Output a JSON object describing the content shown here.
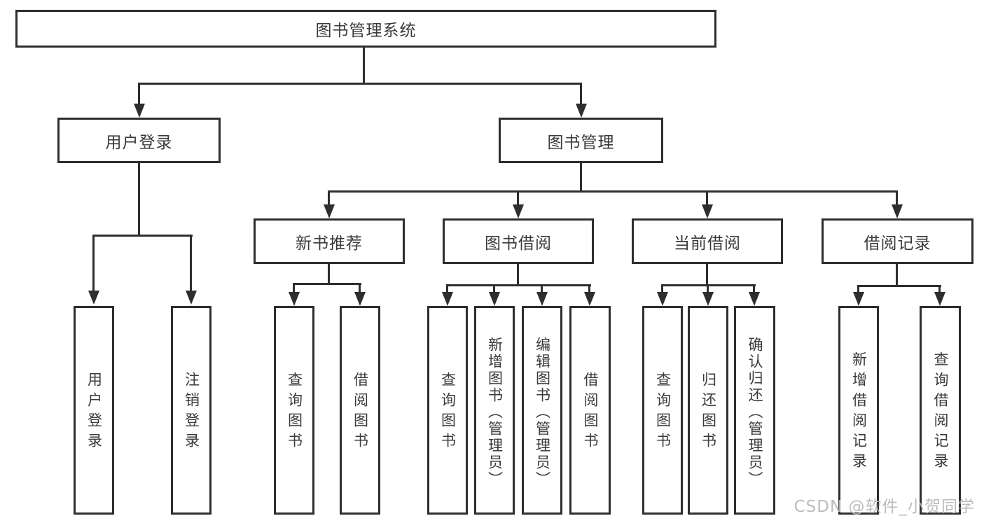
{
  "diagram": {
    "root": {
      "label": "图书管理系统"
    },
    "branches": {
      "user": {
        "label": "用户登录",
        "children": [
          {
            "label": "用户登录"
          },
          {
            "label": "注销登录"
          }
        ]
      },
      "book": {
        "label": "图书管理",
        "sections": [
          {
            "label": "新书推荐",
            "children": [
              {
                "label": "查询图书"
              },
              {
                "label": "借阅图书"
              }
            ]
          },
          {
            "label": "图书借阅",
            "children": [
              {
                "label": "查询图书"
              },
              {
                "label": "新增图书（管理员）"
              },
              {
                "label": "编辑图书（管理员）"
              },
              {
                "label": "借阅图书"
              }
            ]
          },
          {
            "label": "当前借阅",
            "children": [
              {
                "label": "查询图书"
              },
              {
                "label": "归还图书"
              },
              {
                "label": "确认归还（管理员）"
              }
            ]
          },
          {
            "label": "借阅记录",
            "children": [
              {
                "label": "新增借阅记录"
              },
              {
                "label": "查询借阅记录"
              }
            ]
          }
        ]
      }
    },
    "watermark": "CSDN @软件_小贺同学",
    "colors": {
      "line": "#2e2e2e",
      "text": "#3a3a3a",
      "background": "#ffffff",
      "watermark": "#b5b5b5"
    }
  }
}
